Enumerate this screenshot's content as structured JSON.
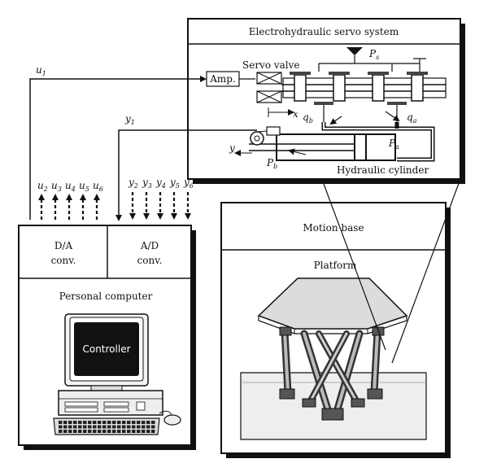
{
  "servo_box": {
    "title": "Electrohydraulic servo system",
    "amp_label": "Amp.",
    "servo_valve_label": "Servo valve",
    "hydraulic_cylinder_label": "Hydraulic cylinder",
    "x_label": "x",
    "y_label": "y",
    "qb": {
      "main": "q",
      "sub": "b"
    },
    "qa": {
      "main": "q",
      "sub": "a"
    },
    "ps": {
      "main": "P",
      "sub": "s"
    },
    "pa": {
      "main": "P",
      "sub": "a"
    },
    "pb": {
      "main": "P",
      "sub": "b"
    }
  },
  "signals": {
    "u1": {
      "main": "u",
      "sub": "1"
    },
    "y1": {
      "main": "y",
      "sub": "1"
    },
    "u_group": [
      {
        "main": "u",
        "sub": "2"
      },
      {
        "main": "u",
        "sub": "3"
      },
      {
        "main": "u",
        "sub": "4"
      },
      {
        "main": "u",
        "sub": "5"
      },
      {
        "main": "u",
        "sub": "6"
      }
    ],
    "y_group": [
      {
        "main": "y",
        "sub": "2"
      },
      {
        "main": "y",
        "sub": "3"
      },
      {
        "main": "y",
        "sub": "4"
      },
      {
        "main": "y",
        "sub": "5"
      },
      {
        "main": "y",
        "sub": "6"
      }
    ]
  },
  "pc_box": {
    "da_line1": "D/A",
    "da_line2": "conv.",
    "ad_line1": "A/D",
    "ad_line2": "conv.",
    "title": "Personal computer",
    "screen_label": "Controller"
  },
  "motion_box": {
    "title": "Motion base",
    "platform_label": "Platform"
  },
  "colors": {
    "line": "#111111",
    "screen": "#111111",
    "base_plate": "#eeeeee",
    "platform_top": "#dcdcdc"
  }
}
